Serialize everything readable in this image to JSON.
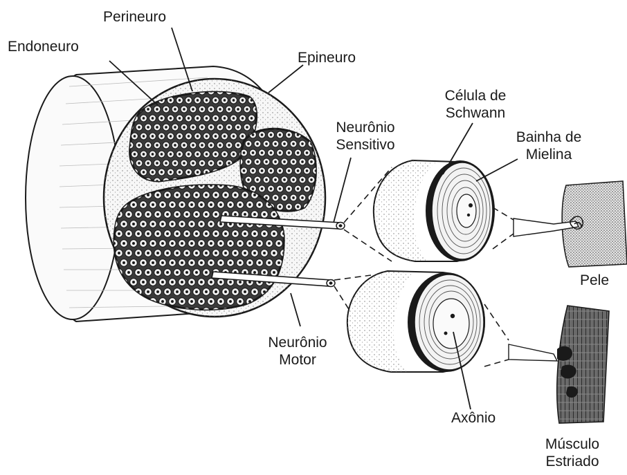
{
  "labels": {
    "perineuro": "Perineuro",
    "endoneuro": "Endoneuro",
    "epineuro": "Epineuro",
    "neuronio_sensitivo": [
      "Neurônio",
      "Sensitivo"
    ],
    "celula_de_schwann": [
      "Célula de",
      "Schwann"
    ],
    "bainha_de_mielina": [
      "Bainha de",
      "Mielina"
    ],
    "pele": "Pele",
    "neuronio_motor": [
      "Neurônio",
      "Motor"
    ],
    "axonio": "Axônio",
    "musculo_estriado": [
      "Músculo",
      "Estriado"
    ]
  },
  "colors": {
    "ink": "#1a1a1a",
    "fill_light": "#f2f2f2",
    "muscle": "#555555"
  }
}
